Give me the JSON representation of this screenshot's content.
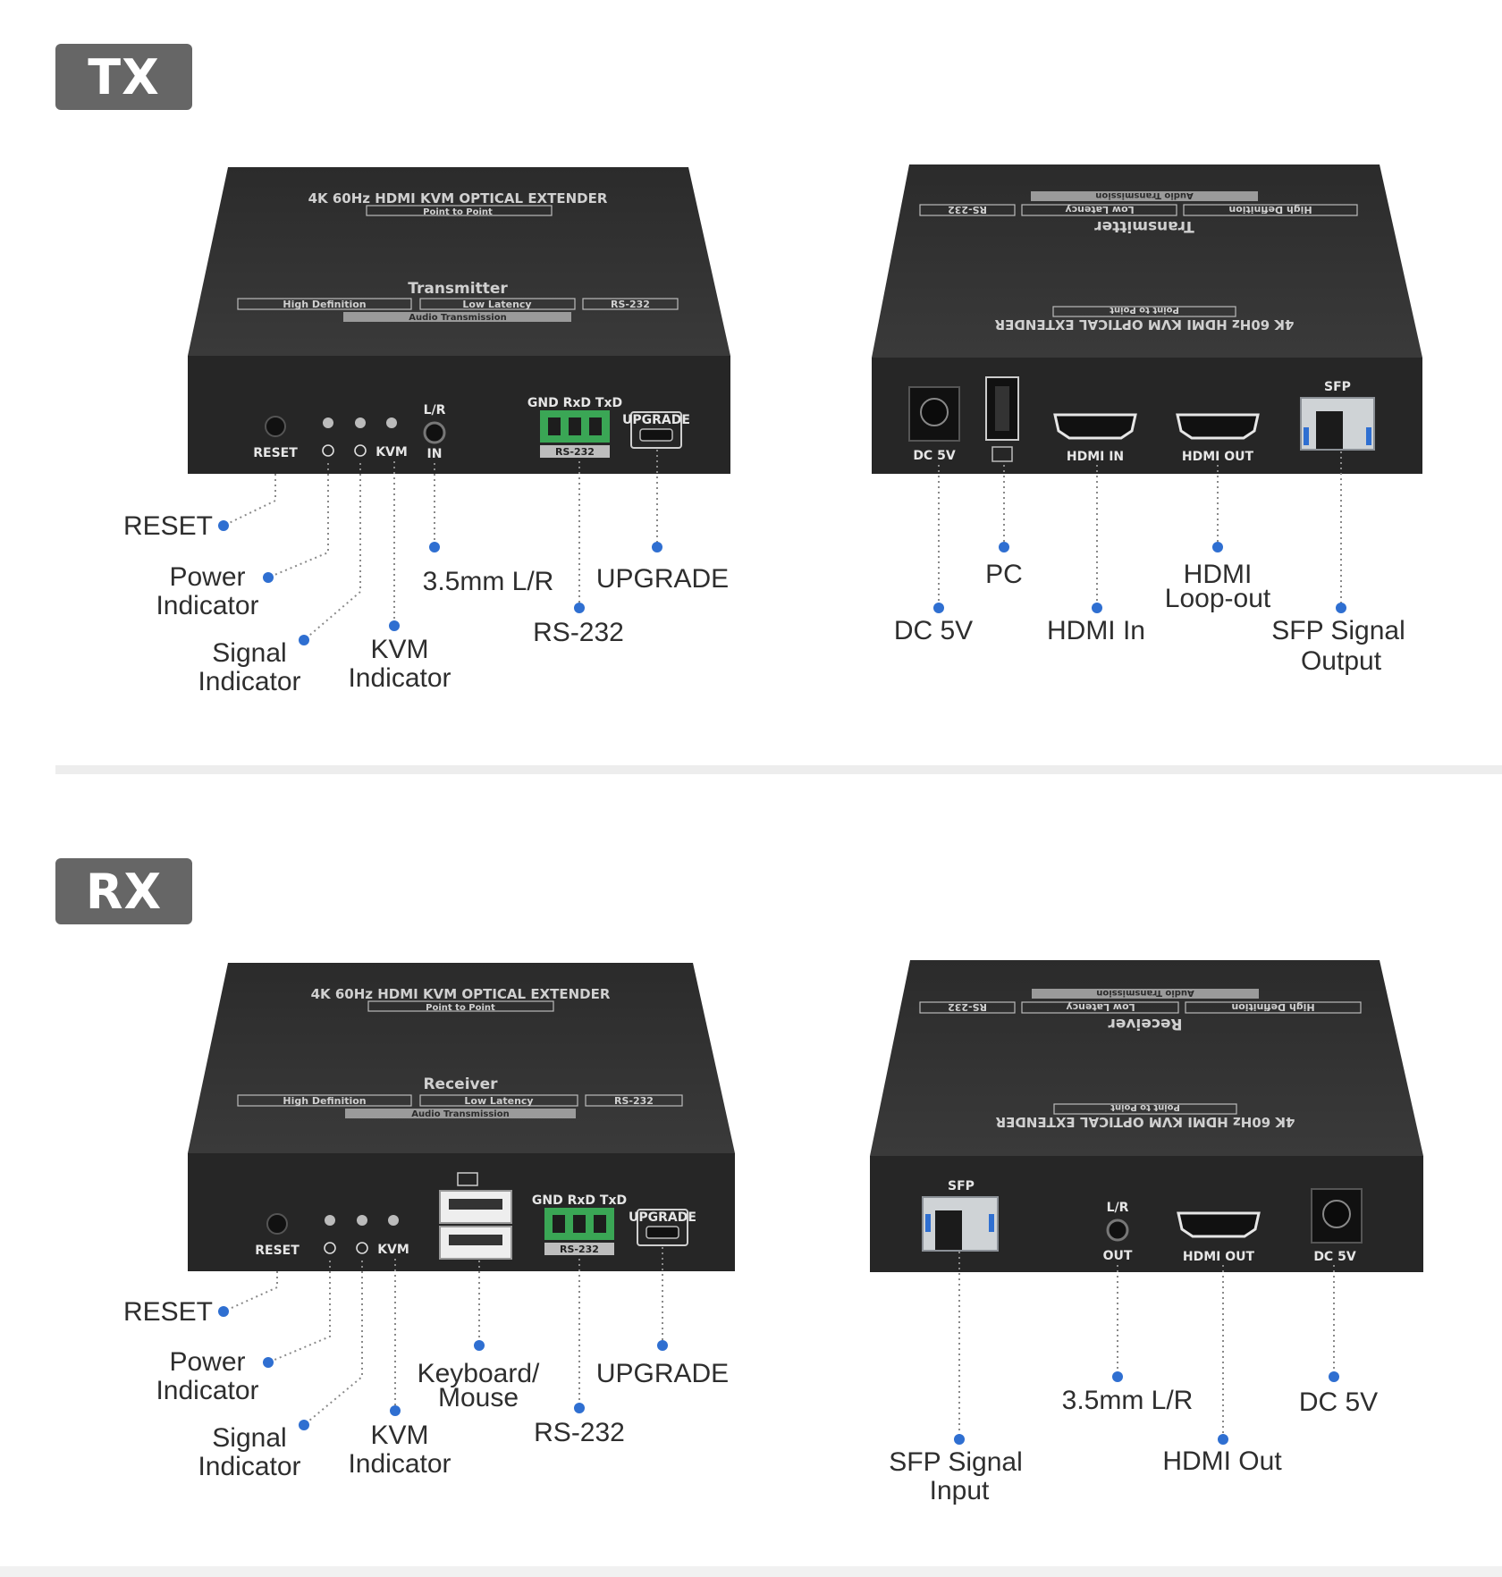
{
  "sections": {
    "tx": {
      "badge": "TX",
      "front": {
        "top_title": "4K 60Hz HDMI KVM OPTICAL EXTENDER",
        "top_subtitle": "Point to Point",
        "role": "Transmitter",
        "features": [
          "High Definition",
          "Low Latency",
          "RS-232"
        ],
        "feature_extra": "Audio Transmission",
        "panel": {
          "reset": "RESET",
          "kvm": "KVM",
          "lr_top": "L/R",
          "lr_bottom": "IN",
          "rs232_pins": "GND RxD TxD",
          "rs232": "RS-232",
          "upgrade": "UPGRADE"
        }
      },
      "back": {
        "top_title": "4K 60Hz HDMI KVM OPTICAL EXTENDER",
        "top_subtitle": "Point to Point",
        "role": "Transmitter",
        "features": [
          "High Definition",
          "Low Latency",
          "RS-232"
        ],
        "feature_extra": "Audio Transmission",
        "panel": {
          "dc": "DC 5V",
          "hdmi_in": "HDMI IN",
          "hdmi_out": "HDMI OUT",
          "sfp": "SFP"
        }
      },
      "callouts": {
        "reset": "RESET",
        "power": [
          "Power",
          "Indicator"
        ],
        "signal": [
          "Signal",
          "Indicator"
        ],
        "kvm": [
          "KVM",
          "Indicator"
        ],
        "audio": "3.5mm L/R",
        "rs232": "RS-232",
        "upgrade": "UPGRADE",
        "dc": "DC 5V",
        "pc": "PC",
        "hdmi_in": "HDMI In",
        "hdmi_loop": [
          "HDMI",
          "Loop-out"
        ],
        "sfp": [
          "SFP Signal",
          "Output"
        ]
      }
    },
    "rx": {
      "badge": "RX",
      "front": {
        "top_title": "4K 60Hz HDMI KVM OPTICAL EXTENDER",
        "top_subtitle": "Point to Point",
        "role": "Receiver",
        "features": [
          "High Definition",
          "Low Latency",
          "RS-232"
        ],
        "feature_extra": "Audio Transmission",
        "panel": {
          "reset": "RESET",
          "kvm": "KVM",
          "rs232_pins": "GND RxD TxD",
          "rs232": "RS-232",
          "upgrade": "UPGRADE"
        }
      },
      "back": {
        "top_title": "4K 60Hz HDMI KVM OPTICAL EXTENDER",
        "top_subtitle": "Point to Point",
        "role": "Receiver",
        "features": [
          "High Definition",
          "Low Latency",
          "RS-232"
        ],
        "feature_extra": "Audio Transmission",
        "panel": {
          "sfp": "SFP",
          "lr_top": "L/R",
          "lr_bottom": "OUT",
          "hdmi_out": "HDMI OUT",
          "dc": "DC 5V"
        }
      },
      "callouts": {
        "reset": "RESET",
        "power": [
          "Power",
          "Indicator"
        ],
        "signal": [
          "Signal",
          "Indicator"
        ],
        "kvm": [
          "KVM",
          "Indicator"
        ],
        "keyboard": [
          "Keyboard/",
          "Mouse"
        ],
        "rs232": "RS-232",
        "upgrade": "UPGRADE",
        "sfp": [
          "SFP Signal",
          "Input"
        ],
        "audio": "3.5mm L/R",
        "hdmi_out": "HDMI Out",
        "dc": "DC 5V"
      }
    }
  },
  "colors": {
    "badge": "#666666",
    "device": "#2a2a2a",
    "dot": "#2f6fd1",
    "terminal": "#3aa655"
  }
}
